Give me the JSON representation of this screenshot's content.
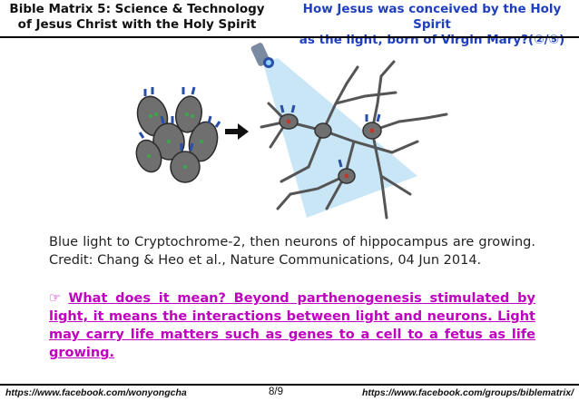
{
  "header": {
    "left_line1": "Bible Matrix 5: Science & Technology",
    "left_line2": "of Jesus Christ with the Holy Spirit",
    "right_line1": "How Jesus was conceived by the Holy Spirit",
    "right_line2": "as the light, born of Virgin Mary?(②/⑤)"
  },
  "caption": "Blue light to Cryptochrome-2, then neurons of hippocampus are growing. Credit: Chang & Heo et al., Nature Communications, 04 Jun 2014.",
  "question": {
    "hand_symbol": "☞",
    "text": "What does it mean? Beyond parthenogenesis stimulated by light, it means the interactions between light and neurons. Light may carry life matters such as genes to a cell to a fetus as life growing."
  },
  "footer": {
    "left_url": "https://www.facebook.com/wonyongcha",
    "page": "8/9",
    "right_url": "https://www.facebook.com/groups/biblematrix/"
  },
  "colors": {
    "title_blue": "#1f3fbf",
    "question_magenta": "#c000c0",
    "light_beam": "#c9e6f7",
    "cell_grey": "#6f6f6f",
    "receptor_blue": "#2a4fa8"
  }
}
